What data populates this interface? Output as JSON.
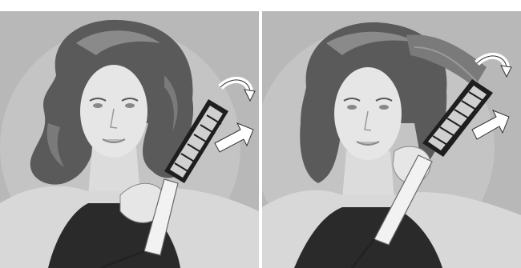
{
  "figure": {
    "panels": [
      {
        "id": "left",
        "subject": "woman-with-wavy-shoulder-length-hair",
        "tool": "round-hot-air-brush",
        "icons": [
          "rotate-arrow-icon",
          "pull-out-arrow-icon"
        ]
      },
      {
        "id": "right",
        "subject": "woman-with-bob-hair-lifted-at-crown",
        "tool": "round-hot-air-brush",
        "icons": [
          "rotate-arrow-icon",
          "pull-out-arrow-icon"
        ]
      }
    ],
    "colors": {
      "background": "#b8b8b8",
      "hair": "#5a5a5a",
      "hair_highlight": "#8a8a8a",
      "skin": "#e6e6e6",
      "clothing": "#2a2a2a",
      "brush_body": "#f2f2f2",
      "bristles": "#1e1e1e",
      "arrow": "#ffffff"
    }
  }
}
